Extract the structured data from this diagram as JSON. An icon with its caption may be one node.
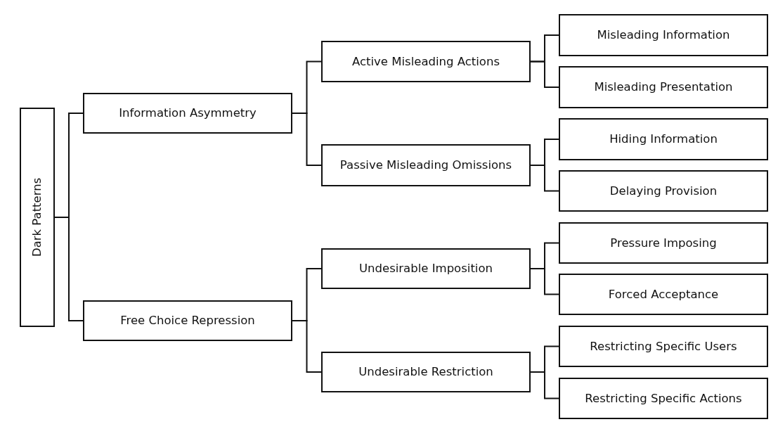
{
  "diagram": {
    "nodes": [
      {
        "text": [
          "Dark Patterns"
        ]
      },
      {
        "text": [
          "Information Asymmetry"
        ]
      },
      {
        "text": [
          "Free Choice Repression"
        ]
      },
      {
        "text": [
          "Active Misleading Actions"
        ]
      },
      {
        "text": [
          "Passive Misleading Omissions"
        ]
      },
      {
        "text": [
          "Undesirable Imposition"
        ]
      },
      {
        "text": [
          "Undesirable Restriction"
        ]
      },
      {
        "text": [
          "Misleading Information"
        ]
      },
      {
        "text": [
          "Misleading Presentation"
        ]
      },
      {
        "text": [
          "Hiding Information"
        ]
      },
      {
        "text": [
          "Delaying Provision"
        ]
      },
      {
        "text": [
          "Pressure Imposing"
        ]
      },
      {
        "text": [
          "Forced Acceptance"
        ]
      },
      {
        "text": [
          "Restricting Specific Users"
        ]
      },
      {
        "text": [
          "Restricting Specific Actions"
        ]
      }
    ],
    "edges": [
      {
        "from": 0,
        "to": 1,
        "arrow": "none"
      },
      {
        "from": 0,
        "to": 2,
        "arrow": "none"
      },
      {
        "from": 1,
        "to": 3,
        "arrow": "none"
      },
      {
        "from": 1,
        "to": 4,
        "arrow": "none"
      },
      {
        "from": 2,
        "to": 5,
        "arrow": "none"
      },
      {
        "from": 2,
        "to": 6,
        "arrow": "none"
      },
      {
        "from": 3,
        "to": 7,
        "arrow": "none"
      },
      {
        "from": 3,
        "to": 8,
        "arrow": "none"
      },
      {
        "from": 4,
        "to": 9,
        "arrow": "none"
      },
      {
        "from": 4,
        "to": 10,
        "arrow": "none"
      },
      {
        "from": 5,
        "to": 11,
        "arrow": "none"
      },
      {
        "from": 5,
        "to": 12,
        "arrow": "none"
      },
      {
        "from": 6,
        "to": 13,
        "arrow": "none"
      },
      {
        "from": 6,
        "to": 14,
        "arrow": "none"
      }
    ]
  }
}
